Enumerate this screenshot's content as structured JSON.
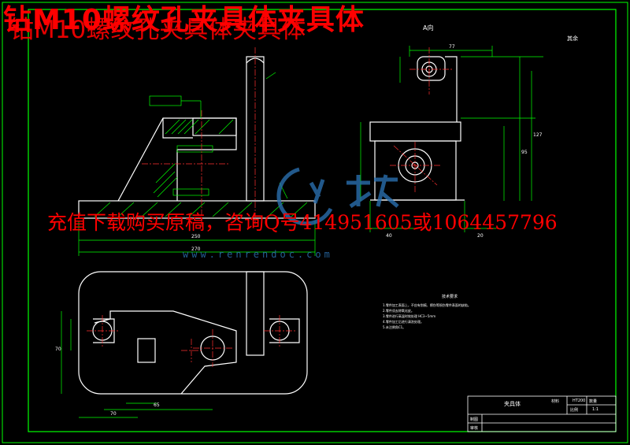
{
  "watermark": {
    "title": "钻M10螺纹孔夹具体夹具体",
    "title_back": "钻M10螺纹孔夹具体夹具体",
    "banner": "充值下载购买原稿，咨询Q号414951605或1064457796",
    "site": "www.renrendoc.com"
  },
  "drawing": {
    "view_label": "A向",
    "roughness_note": "其余",
    "tech_notes": {
      "title": "技术要求",
      "lines": [
        "1.零件加工表面上，不应有划痕、擦伤等损伤零件表面的缺陷。",
        "2.零件须去除氧化皮。",
        "3.零件进行高温时效处理 HC3~5mm",
        "4.零件加工后进行清洗处理。",
        "5.未注倒角C1。"
      ]
    },
    "title_block": {
      "part_name": "夹具体",
      "material": "HT200",
      "scale": "1:1",
      "cells": [
        "制图",
        "审核",
        "比例",
        "数量",
        "材料"
      ]
    },
    "dimensions": {
      "overall_width": "270",
      "base_width": "250",
      "side_depth": "77",
      "side_height": "127",
      "side_inner": "95",
      "bottom_left": "40",
      "bottom_right": "20",
      "plan_hole_spacing": "65",
      "plan_left": "70",
      "plan_width": "70"
    }
  },
  "colors": {
    "background": "#000000",
    "outline": "#ffffff",
    "border": "#00ff00",
    "dimension": "#00ff00",
    "center": "#ff3030",
    "hatch": "#00ff00",
    "watermark": "#ff0000",
    "logo": "#2a6fae"
  }
}
